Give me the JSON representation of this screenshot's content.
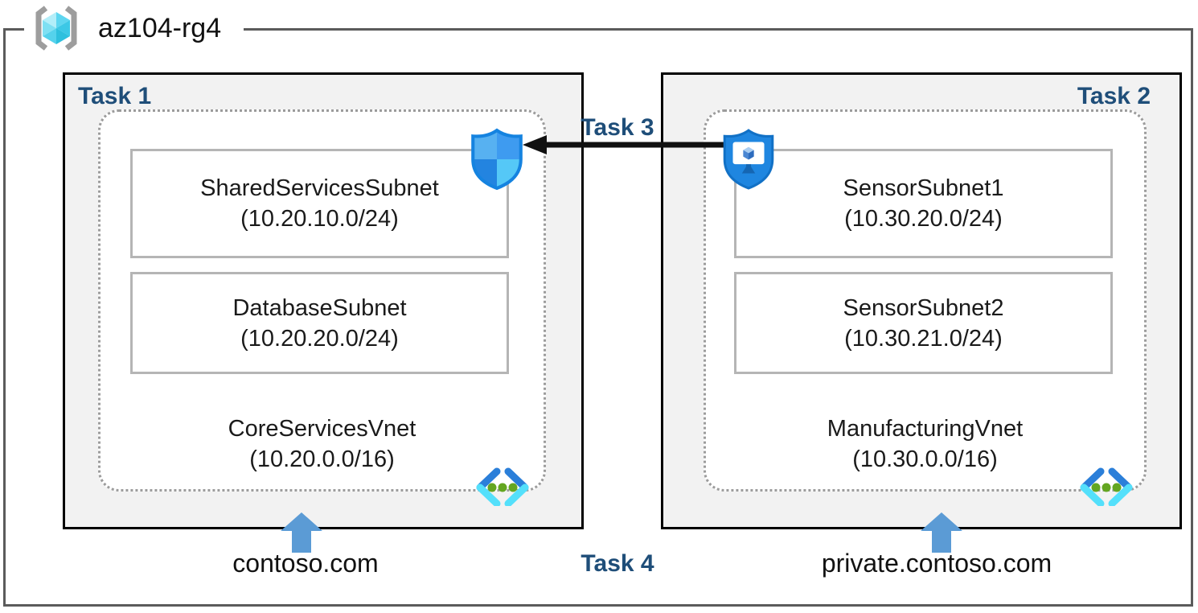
{
  "resource_group": {
    "name": "az104-rg4"
  },
  "labels": {
    "task1": "Task 1",
    "task2": "Task 2",
    "task3": "Task 3",
    "task4": "Task 4"
  },
  "vnets": [
    {
      "name": "CoreServicesVnet",
      "cidr": "(10.20.0.0/16)",
      "dns_label": "contoso.com",
      "subnets": [
        {
          "name": "SharedServicesSubnet",
          "cidr": "(10.20.10.0/24)"
        },
        {
          "name": "DatabaseSubnet",
          "cidr": "(10.20.20.0/24)"
        }
      ]
    },
    {
      "name": "ManufacturingVnet",
      "cidr": "(10.30.0.0/16)",
      "dns_label": "private.contoso.com",
      "subnets": [
        {
          "name": "SensorSubnet1",
          "cidr": "(10.30.20.0/24)"
        },
        {
          "name": "SensorSubnet2",
          "cidr": "(10.30.21.0/24)"
        }
      ]
    }
  ],
  "icons": {
    "resource_group": "resource-group-brackets-cube-icon",
    "nsg": "network-security-group-shield-icon",
    "bastion": "bastion-monitor-shield-icon",
    "vnet": "virtual-network-chevrons-icon",
    "up_arrow": "dns-up-arrow-icon",
    "peering_arrow": "peering-arrow-left-icon"
  },
  "colors": {
    "task_label": "#1f4e79",
    "box_fill": "#f2f2f2",
    "box_border": "#000000",
    "frame_border": "#5b5b5b",
    "subnet_border": "#b5b5b5",
    "dashed_border": "#9c9c9c",
    "up_arrow": "#5b9bd5",
    "peering_arrow": "#111111"
  }
}
